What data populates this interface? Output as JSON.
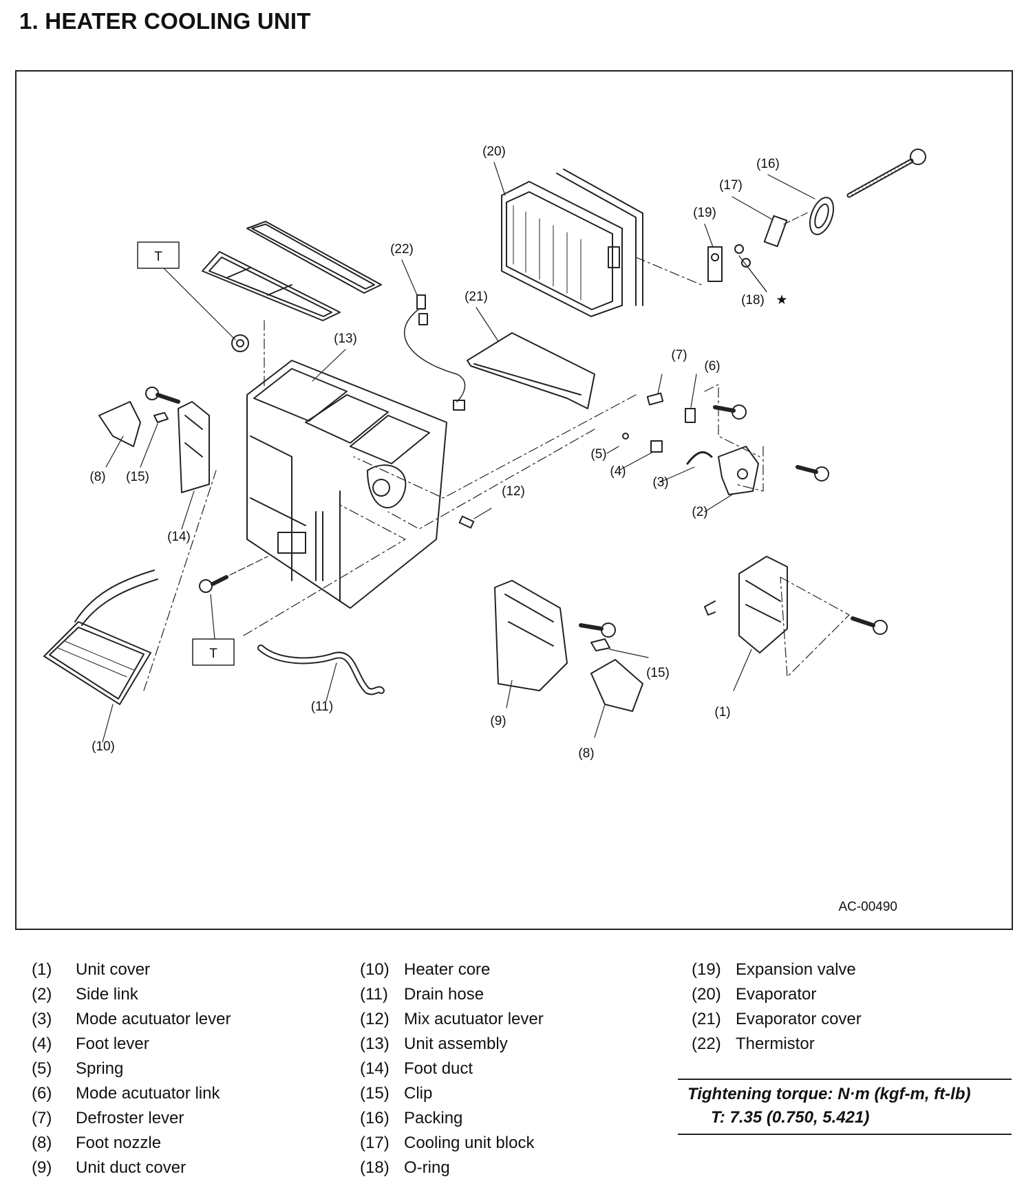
{
  "page": {
    "title": "1. HEATER COOLING UNIT"
  },
  "diagram": {
    "ref_code": "AC-00490",
    "callouts": {
      "c1": "(1)",
      "c2": "(2)",
      "c3": "(3)",
      "c4": "(4)",
      "c5": "(5)",
      "c6": "(6)",
      "c7": "(7)",
      "c8a": "(8)",
      "c8b": "(8)",
      "c9": "(9)",
      "c10": "(10)",
      "c11": "(11)",
      "c12": "(12)",
      "c13": "(13)",
      "c14": "(14)",
      "c15a": "(15)",
      "c15b": "(15)",
      "c16": "(16)",
      "c17": "(17)",
      "c18": "(18)",
      "c19": "(19)",
      "c20": "(20)",
      "c21": "(21)",
      "c22": "(22)",
      "t1": "T",
      "t2": "T"
    }
  },
  "legend": {
    "col1": [
      {
        "num": "(1)",
        "name": "Unit cover"
      },
      {
        "num": "(2)",
        "name": "Side link"
      },
      {
        "num": "(3)",
        "name": "Mode acutuator lever"
      },
      {
        "num": "(4)",
        "name": "Foot lever"
      },
      {
        "num": "(5)",
        "name": "Spring"
      },
      {
        "num": "(6)",
        "name": "Mode acutuator link"
      },
      {
        "num": "(7)",
        "name": "Defroster lever"
      },
      {
        "num": "(8)",
        "name": "Foot nozzle"
      },
      {
        "num": "(9)",
        "name": "Unit duct cover"
      }
    ],
    "col2": [
      {
        "num": "(10)",
        "name": "Heater core"
      },
      {
        "num": "(11)",
        "name": "Drain hose"
      },
      {
        "num": "(12)",
        "name": "Mix acutuator lever"
      },
      {
        "num": "(13)",
        "name": "Unit assembly"
      },
      {
        "num": "(14)",
        "name": "Foot duct"
      },
      {
        "num": "(15)",
        "name": "Clip"
      },
      {
        "num": "(16)",
        "name": "Packing"
      },
      {
        "num": "(17)",
        "name": "Cooling unit block"
      },
      {
        "num": "(18)",
        "name": "O-ring"
      }
    ],
    "col3": [
      {
        "num": "(19)",
        "name": "Expansion valve"
      },
      {
        "num": "(20)",
        "name": "Evaporator"
      },
      {
        "num": "(21)",
        "name": "Evaporator cover"
      },
      {
        "num": "(22)",
        "name": "Thermistor"
      }
    ]
  },
  "torque": {
    "heading": "Tightening torque: N·m (kgf-m, ft-lb)",
    "value": "T:   7.35 (0.750, 5.421)"
  }
}
